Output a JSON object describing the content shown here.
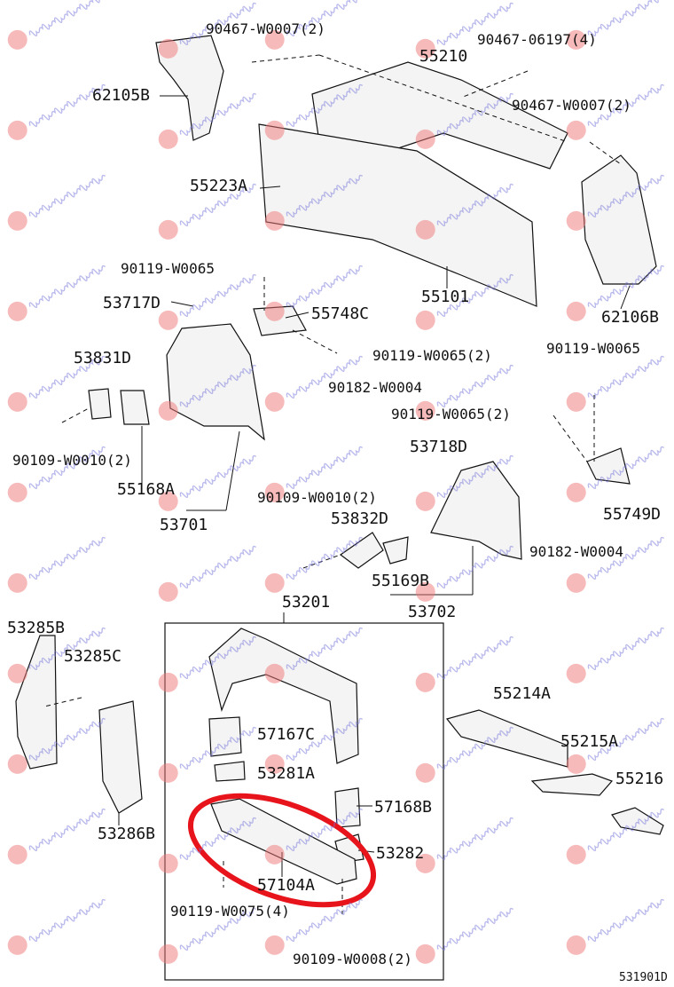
{
  "watermark_text": "georgakopoulos",
  "diagram_code": "531901D",
  "colors": {
    "highlight": "#e8141c",
    "watermark": "#7878dc",
    "line": "#111111"
  },
  "labels": [
    {
      "id": "p90467w0007a",
      "text": "90467-W0007(2)"
    },
    {
      "id": "p62105b",
      "text": "62105B"
    },
    {
      "id": "p9046706197",
      "text": "90467-06197(4)"
    },
    {
      "id": "p55210",
      "text": "55210"
    },
    {
      "id": "p90467w0007b",
      "text": "90467-W0007(2)"
    },
    {
      "id": "p55223a",
      "text": "55223A"
    },
    {
      "id": "p90119w0065a",
      "text": "90119-W0065"
    },
    {
      "id": "p55101",
      "text": "55101"
    },
    {
      "id": "p62106b",
      "text": "62106B"
    },
    {
      "id": "p53717d",
      "text": "53717D"
    },
    {
      "id": "p55748c",
      "text": "55748C"
    },
    {
      "id": "p90119w0065b",
      "text": "90119-W0065"
    },
    {
      "id": "p53831d",
      "text": "53831D"
    },
    {
      "id": "p90119w0065c",
      "text": "90119-W0065(2)"
    },
    {
      "id": "p90182w0004a",
      "text": "90182-W0004"
    },
    {
      "id": "p90119w0065d",
      "text": "90119-W0065(2)"
    },
    {
      "id": "p90109w0010a",
      "text": "90109-W0010(2)"
    },
    {
      "id": "p53718d",
      "text": "53718D"
    },
    {
      "id": "p55168a",
      "text": "55168A"
    },
    {
      "id": "p90109w0010b",
      "text": "90109-W0010(2)"
    },
    {
      "id": "p53701",
      "text": "53701"
    },
    {
      "id": "p53832d",
      "text": "53832D"
    },
    {
      "id": "p55749d",
      "text": "55749D"
    },
    {
      "id": "p90182w0004b",
      "text": "90182-W0004"
    },
    {
      "id": "p55169b",
      "text": "55169B"
    },
    {
      "id": "p53201",
      "text": "53201"
    },
    {
      "id": "p53702",
      "text": "53702"
    },
    {
      "id": "p53285b",
      "text": "53285B"
    },
    {
      "id": "p53285c",
      "text": "53285C"
    },
    {
      "id": "p55214a",
      "text": "55214A"
    },
    {
      "id": "p57167c",
      "text": "57167C"
    },
    {
      "id": "p55215a",
      "text": "55215A"
    },
    {
      "id": "p53281a",
      "text": "53281A"
    },
    {
      "id": "p55216",
      "text": "55216"
    },
    {
      "id": "p57168b",
      "text": "57168B"
    },
    {
      "id": "p53286b",
      "text": "53286B"
    },
    {
      "id": "p53282",
      "text": "53282"
    },
    {
      "id": "p57104a",
      "text": "57104A"
    },
    {
      "id": "p90119w0075",
      "text": "90119-W0075(4)"
    },
    {
      "id": "p90109w0008",
      "text": "90109-W0008(2)"
    }
  ]
}
